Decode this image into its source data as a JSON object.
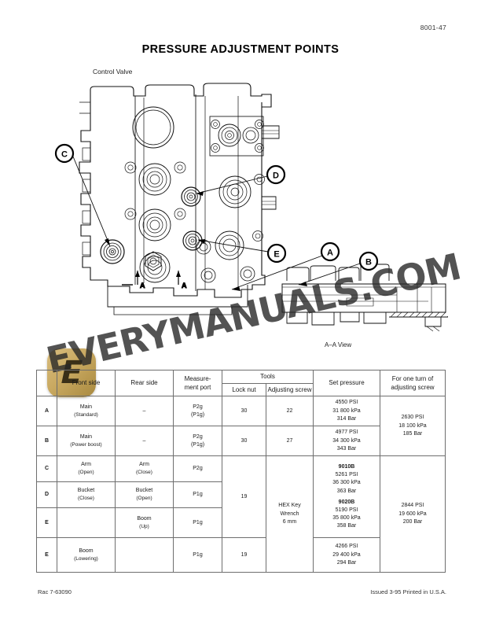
{
  "page": {
    "number": "8001-47",
    "title": "PRESSURE ADJUSTMENT POINTS",
    "figure_label": "Control Valve",
    "section_view_caption": "A–A View",
    "section_marker_left": "A",
    "section_marker_right": "A"
  },
  "callouts": [
    {
      "id": "C",
      "label": "C"
    },
    {
      "id": "D",
      "label": "D"
    },
    {
      "id": "E",
      "label": "E"
    },
    {
      "id": "A",
      "label": "A"
    },
    {
      "id": "B",
      "label": "B"
    }
  ],
  "watermark": {
    "text": "EVERYMANUALS.COM",
    "logo_glyph": "E",
    "logo_color": "#c9a961"
  },
  "table": {
    "headers": {
      "id": "",
      "front_side": "Front side",
      "rear_side": "Rear side",
      "measurement_port_line1": "Measure-",
      "measurement_port_line2": "ment port",
      "tools": "Tools",
      "lock_nut": "Lock nut",
      "adjusting_screw": "Adjusting screw",
      "set_pressure": "Set pressure",
      "one_turn_line1": "For one turn of",
      "one_turn_line2": "adjusting screw"
    },
    "rows": [
      {
        "id": "A",
        "front_side_line1": "Main",
        "front_side_line2": "(Standard)",
        "rear_side": "–",
        "port_line1": "P2g",
        "port_line2": "(P1g)",
        "lock_nut": "30",
        "adjusting_screw": "22",
        "set_pressure_psi": "4550 PSI",
        "set_pressure_kpa": "31 800 kPa",
        "set_pressure_bar": "314 Bar"
      },
      {
        "id": "B",
        "front_side_line1": "Main",
        "front_side_line2": "(Power boost)",
        "rear_side": "–",
        "port_line1": "P2g",
        "port_line2": "(P1g)",
        "lock_nut": "30",
        "adjusting_screw": "27",
        "set_pressure_psi": "4977 PSI",
        "set_pressure_kpa": "34 300 kPa",
        "set_pressure_bar": "343 Bar"
      },
      {
        "id": "C",
        "front_side_line1": "Arm",
        "front_side_line2": "(Open)",
        "rear_side_line1": "Arm",
        "rear_side_line2": "(Close)",
        "port_line1": "P2g",
        "port_line2": ""
      },
      {
        "id": "D",
        "front_side_line1": "Bucket",
        "front_side_line2": "(Close)",
        "rear_side_line1": "Bucket",
        "rear_side_line2": "(Open)",
        "port_line1": "P1g",
        "port_line2": ""
      },
      {
        "id": "E",
        "front_side_line1": "",
        "front_side_line2": "",
        "rear_side_line1": "Boom",
        "rear_side_line2": "(Up)",
        "port_line1": "P1g",
        "port_line2": ""
      },
      {
        "id": "E",
        "front_side_line1": "Boom",
        "front_side_line2": "(Lowering)",
        "rear_side_line1": "",
        "rear_side_line2": "",
        "port_line1": "P1g",
        "port_line2": "",
        "lock_nut": "19",
        "set_pressure_psi": "4266 PSI",
        "set_pressure_kpa": "29 400 kPa",
        "set_pressure_bar": "294 Bar"
      }
    ],
    "merged": {
      "ab_one_turn_psi": "2630 PSI",
      "ab_one_turn_kpa": "18 100 kPa",
      "ab_one_turn_bar": "185 Bar",
      "cde_lock_nut": "19",
      "cde_adjusting_tool_line1": "HEX Key",
      "cde_adjusting_tool_line2": "Wrench",
      "cde_adjusting_tool_line3": "6 mm",
      "cde_set_model_1": "9010B",
      "cde_set_1_psi": "5261 PSI",
      "cde_set_1_kpa": "36 300 kPa",
      "cde_set_1_bar": "363 Bar",
      "cde_set_model_2": "9020B",
      "cde_set_2_psi": "5190 PSI",
      "cde_set_2_kpa": "35 800 kPa",
      "cde_set_2_bar": "358 Bar",
      "cde_one_turn_psi": "2844 PSI",
      "cde_one_turn_kpa": "19 600 kPa",
      "cde_one_turn_bar": "200 Bar"
    }
  },
  "footer": {
    "left": "Rac 7-63090",
    "right": "Issued 3-95  Printed in U.S.A."
  }
}
